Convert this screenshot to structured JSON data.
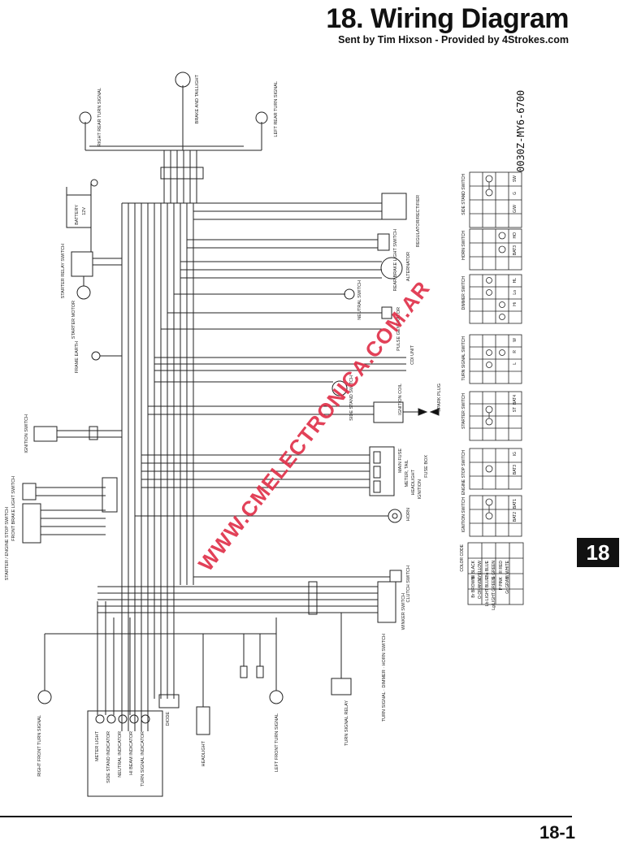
{
  "header": {
    "title": "18. Wiring Diagram",
    "subtitle": "Sent by Tim Hixson - Provided by 4Strokes.com",
    "part_number": "0030Z-MY6-6700"
  },
  "section_tab": "18",
  "page_number": "18-1",
  "watermark": "WWW.CMELECTRONICA.COM.AR",
  "components": {
    "right_rear_turn_signal": "RIGHT REAR TURN SIGNAL",
    "brake_taillight": "BRAKE AND TAILLIGHT",
    "left_rear_turn_signal": "LEFT REAR TURN SIGNAL",
    "battery": "BATTERY",
    "battery_spec": "12V",
    "starter_relay_switch": "STARTER RELAY SWITCH",
    "starter_motor": "STARTER MOTOR",
    "frame_earth": "FRAME EARTH",
    "ignition_switch": "IGNITION SWITCH",
    "front_brake_light_switch": "FRONT BRAKE LIGHT SWITCH",
    "starter_engine_stop_switch": "STARTER / ENGINE STOP SWITCH",
    "regulator_rectifier": "REGULATOR/RECTIFIER",
    "rear_brake_light_switch": "REAR BRAKE LIGHT SWITCH",
    "alternator": "ALTERNATOR",
    "neutral_switch": "NEUTRAL SWITCH",
    "pulse_generator": "PULSE GENERATOR",
    "cdi_unit": "CDI UNIT",
    "side_stand_switch": "SIDE STAND SWITCH",
    "ignition_coil": "IGNITION COIL",
    "spark_plug": "SPARK PLUG",
    "main_fuse": "MAIN FUSE",
    "meter_tail": "METER, TAIL",
    "headlight_fuse": "HEADLIGHT",
    "ignition_fuse": "IGNITION",
    "fuse_box": "FUSE BOX",
    "horn": "HORN",
    "clutch_switch": "CLUTCH SWITCH",
    "winker_switch": "WINKER SWITCH",
    "turn_signal_dimmer_horn_switch": "TURN SIGNAL · DIMMER · HORN SWITCH",
    "turn_signal_relay": "TURN SIGNAL RELAY",
    "right_front_turn_signal": "RIGHT FRONT TURN SIGNAL",
    "headlight": "HEADLIGHT",
    "left_front_turn_signal": "LEFT FRONT TURN SIGNAL",
    "diode": "DIODE",
    "meter_light": "METER LIGHT",
    "side_stand_indicator": "SIDE STAND INDICATOR",
    "neutral_indicator": "NEUTRAL INDICATOR",
    "hi_beam_indicator": "HI BEAM INDICATOR",
    "turn_signal_indicator": "TURN SIGNAL INDICATOR"
  },
  "switch_tables": [
    {
      "name": "SIDE STAND SWITCH",
      "rows": [
        "SW",
        "G",
        "G/W"
      ]
    },
    {
      "name": "HORN SWITCH",
      "rows": [
        "HO",
        "BAT3"
      ]
    },
    {
      "name": "DIMMER SWITCH",
      "rows": [
        "HL",
        "Lo",
        "Hi"
      ]
    },
    {
      "name": "TURN SIGNAL SWITCH",
      "rows": [
        "W",
        "R",
        "L"
      ]
    },
    {
      "name": "STARTER SWITCH",
      "rows": [
        "BAT4",
        "ST"
      ]
    },
    {
      "name": "ENGINE STOP SWITCH",
      "rows": [
        "IG",
        "BAT3"
      ]
    },
    {
      "name": "IGNITION SWITCH",
      "rows": [
        "BAT1",
        "BAT2"
      ]
    },
    {
      "name": "COLOR CODE",
      "rows": [
        "Bl BLACK",
        "Y YELLOW",
        "Bu BLUE",
        "G GREEN",
        "R RED",
        "W WHITE",
        "Br BROWN",
        "O ORANGE",
        "Lb LIGHT BLUE",
        "Lg LIGHT GREEN",
        "P PINK",
        "Gr GRAY"
      ]
    }
  ]
}
